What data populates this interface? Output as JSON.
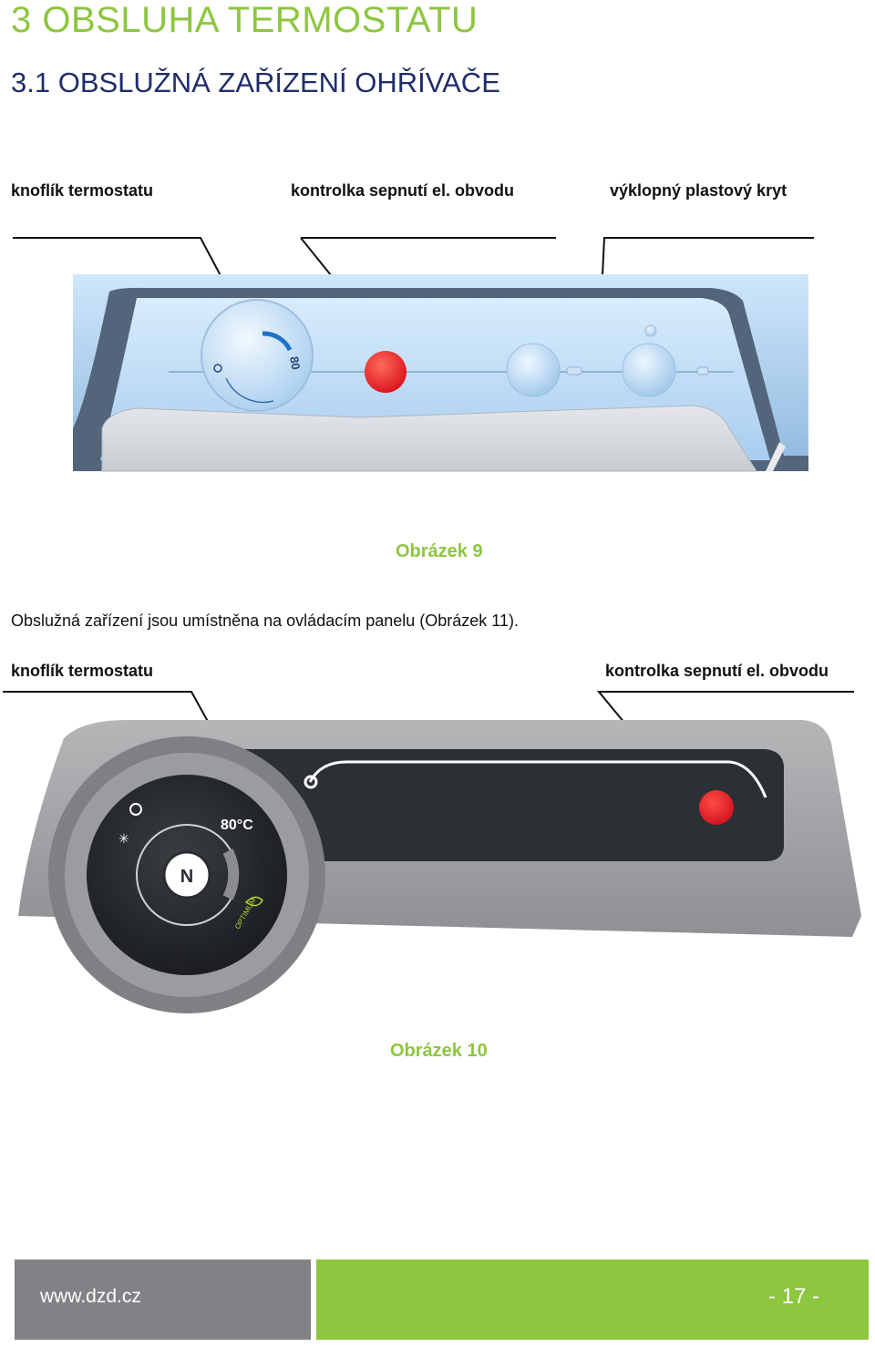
{
  "heading": {
    "chapter": "3 OBSLUHA TERMOSTATU",
    "section": "3.1 OBSLUŽNÁ ZAŘÍZENÍ OHŘÍVAČE"
  },
  "figure9": {
    "labels": {
      "knob": "knoflík termostatu",
      "indicator": "kontrolka sepnutí el. obvodu",
      "cover": "výklopný plastový kryt"
    },
    "dial_text": "80",
    "caption": "Obrázek 9"
  },
  "paragraph": "Obslužná zařízení jsou umístněna na ovládacím panelu (Obrázek 11).",
  "figure10": {
    "labels": {
      "knob": "knoflík termostatu",
      "indicator": "kontrolka sepnutí el. obvodu"
    },
    "dial_temp": "80°C",
    "dial_brand": "OPTIMUM",
    "caption": "Obrázek 10"
  },
  "footer": {
    "url": "www.dzd.cz",
    "page": "- 17 -"
  },
  "colors": {
    "accent_green": "#8dc63f",
    "heading_blue": "#1f2d6b",
    "footer_gray": "#808285",
    "indicator_red": "#e31e24"
  }
}
